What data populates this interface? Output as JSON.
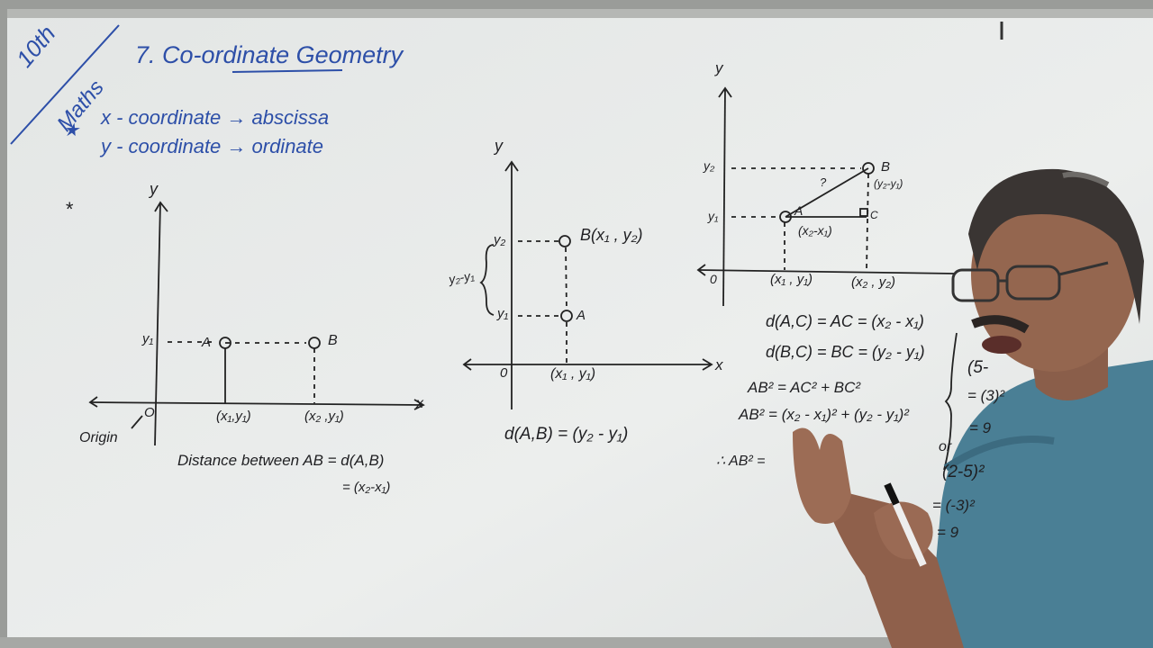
{
  "board": {
    "corner_label": [
      "10th",
      "Maths"
    ],
    "title": "7. Co-ordinate Geometry",
    "bullet_star": "★",
    "x_coordinate": "x - coordinate  →  abscissa",
    "y_coordinate": "y - coordinate  →  ordinate",
    "asterisk": "*"
  },
  "diagram1": {
    "y_label": "y",
    "x_label": "x",
    "origin_zero": "O",
    "origin_label": "Origin",
    "y1": "y₁",
    "point_a": "A",
    "point_b": "B",
    "a_coords": "(x₁,y₁)",
    "b_coords": "(x₂ ,y₁)",
    "distance_text": "Distance between AB = d(A,B)",
    "distance_result": "= (x₂-x₁)"
  },
  "diagram2": {
    "y_label": "y",
    "x_label": "x",
    "origin_zero": "0",
    "y2": "y₂",
    "y1": "y₁",
    "diff": "y₂-y₁",
    "point_b": "B(x₁ , y₂)",
    "point_a": "A",
    "a_coords": "(x₁ , y₁)",
    "formula": "d(A,B) = (y₂ - y₁)"
  },
  "diagram3": {
    "y_label": "y",
    "origin_zero": "0",
    "y2": "y₂",
    "y1": "y₁",
    "point_a": "A",
    "point_b": "B",
    "point_c": "C",
    "hyp": "?",
    "dx": "(x₂-x₁)",
    "dy": "(y₂-y₁)",
    "a_coords": "(x₁ , y₁)",
    "b_coords": "(x₂ , y₂)"
  },
  "equations": {
    "line1": "d(A,C) = AC = (x₂ - x₁)",
    "line2": "d(B,C) = BC = (y₂ - y₁)",
    "line3": "AB² = AC² + BC²",
    "line4": "AB² = (x₂ - x₁)² + (y₂ - y₁)²",
    "line5": "∴ AB² ="
  },
  "side_work": {
    "l1": "(5-",
    "l2": "= (3)²",
    "l3": "= 9",
    "or": "or",
    "l4": "(2-5)²",
    "l5": "= (-3)²",
    "l6": "= 9"
  },
  "colors": {
    "board": "#e9ebea",
    "blue_marker": "#2d4fa8",
    "black_marker": "#1f1f22",
    "shirt": "#4a7f95"
  }
}
